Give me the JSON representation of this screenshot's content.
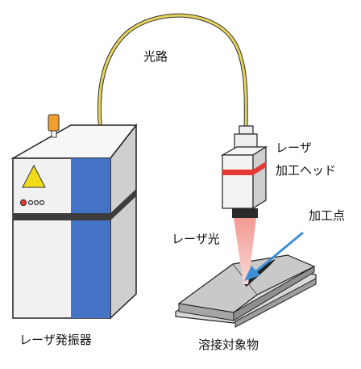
{
  "labels": {
    "fiber": "光路",
    "head_line1": "レーザ",
    "head_line2": "加工ヘッド",
    "process_point": "加工点",
    "laser_beam": "レーザ光",
    "oscillator": "レーザ発振器",
    "workpiece": "溶接対象物"
  },
  "colors": {
    "fiber": "#e6d45a",
    "oscillator_body": "#f1f1f1",
    "oscillator_side": "#c9c9c9",
    "oscillator_stripe": "#3c3c3c",
    "oscillator_panel": "#4472c4",
    "warning_triangle": "#f2dc1a",
    "indicator_red": "#e53935",
    "connector_orange": "#f29f2e",
    "head_band": "#e53935",
    "beam": "#f4a39e",
    "arrow": "#3f8fd6",
    "plate": "#bdbdbd"
  },
  "icons": {
    "warning": "warning-triangle-icon",
    "indicator": "indicator-light-icon"
  }
}
